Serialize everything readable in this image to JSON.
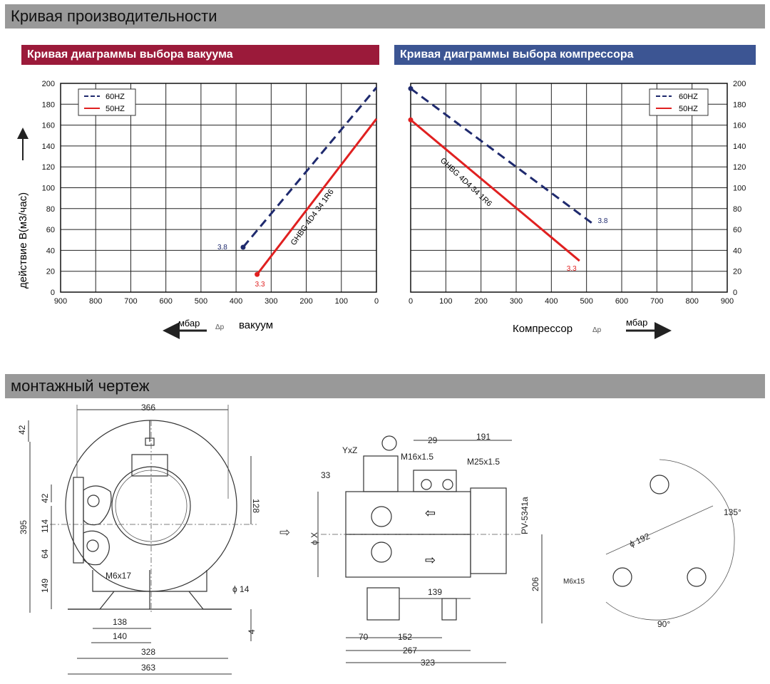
{
  "sections": {
    "performance_title": "Кривая производительности",
    "drawing_title": "монтажный чертеж"
  },
  "vacuum_header": "Кривая диаграммы выбора вакуума",
  "compressor_header": "Кривая диаграммы выбора компрессора",
  "colors": {
    "vacuum_header": "#9b1a3a",
    "compressor_header": "#3c5593",
    "s60": "#1f2a6e",
    "s50": "#e02020"
  },
  "y_axis_label": "действие  B(м3/час)",
  "legend": {
    "s60": "60HZ",
    "s50": "50HZ"
  },
  "vacuum_axis": {
    "unit": "мбар",
    "symbol": "Δp",
    "label": "вакуум"
  },
  "compressor_axis": {
    "unit": "мбар",
    "symbol": "Δp",
    "label": "Компрессор"
  },
  "model_label": "GHBG 4D4 34 1R6",
  "chart_data": [
    {
      "type": "line",
      "title": "Кривая диаграммы выбора вакуума",
      "xlabel": "вакуум Δp мбар",
      "ylabel": "действие B(м3/час)",
      "x_ticks": [
        900,
        800,
        700,
        600,
        500,
        400,
        300,
        200,
        100,
        0
      ],
      "y_ticks": [
        0,
        20,
        40,
        60,
        80,
        100,
        120,
        140,
        160,
        180,
        200
      ],
      "xlim": [
        900,
        0
      ],
      "ylim": [
        0,
        200
      ],
      "grid": true,
      "legend_position": "top-left",
      "series": [
        {
          "name": "60HZ",
          "style": "dashed",
          "points": [
            [
              380,
              43
            ],
            [
              0,
              196
            ]
          ],
          "end_label": "3.8"
        },
        {
          "name": "50HZ",
          "style": "solid",
          "points": [
            [
              340,
              17
            ],
            [
              0,
              166
            ]
          ],
          "end_label": "3.3"
        }
      ]
    },
    {
      "type": "line",
      "title": "Кривая диаграммы выбора компрессора",
      "xlabel": "Компрессор Δp мбар",
      "ylabel": "действие B(м3/час)",
      "x_ticks": [
        0,
        100,
        200,
        300,
        400,
        500,
        600,
        700,
        800,
        900
      ],
      "y_ticks": [
        0,
        20,
        40,
        60,
        80,
        100,
        120,
        140,
        160,
        180,
        200
      ],
      "xlim": [
        0,
        900
      ],
      "ylim": [
        0,
        200
      ],
      "grid": true,
      "legend_position": "top-right",
      "series": [
        {
          "name": "60HZ",
          "style": "dashed",
          "points": [
            [
              0,
              195
            ],
            [
              520,
              65
            ]
          ],
          "end_label": "3.8"
        },
        {
          "name": "50HZ",
          "style": "solid",
          "points": [
            [
              0,
              165
            ],
            [
              480,
              30
            ]
          ],
          "end_label": "3.3"
        }
      ]
    }
  ],
  "dims_front": {
    "w366": "366",
    "h42a": "42",
    "h395": "395",
    "h128": "128",
    "h42b": "42",
    "h114": "114",
    "h64": "64",
    "h149": "149",
    "m6x17": "M6x17",
    "phi14": "ϕ 14",
    "h4": "4",
    "w138": "138",
    "w140": "140",
    "w328": "328",
    "w363": "363"
  },
  "dims_side": {
    "yxz": "YxZ",
    "w29": "29",
    "w191": "191",
    "m16": "M16x1.5",
    "m25": "M25x1.5",
    "w33": "33",
    "phix": "ϕ X",
    "pv": "PV-5341a",
    "h206": "206",
    "w139": "139",
    "w70": "70",
    "w152": "152",
    "w267": "267",
    "w323": "323"
  },
  "dims_flange": {
    "a135": "135°",
    "phi192": "ϕ 192",
    "m6x15": "M6x15",
    "a90": "90°"
  }
}
